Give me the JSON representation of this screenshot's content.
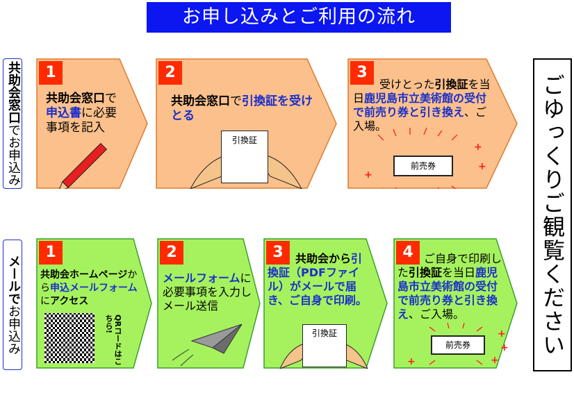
{
  "title": "お申し込みとご利用の流れ",
  "labels": {
    "counter": {
      "bold": "共助会窓口",
      "rest": "でお申込み"
    },
    "mail": {
      "bold": "メールで",
      "rest": "お申込み"
    }
  },
  "closing": "ごゆっくりご観覧ください",
  "counter_steps": [
    {
      "num": "1",
      "parts": [
        [
          "k",
          "共助会窓口"
        ],
        [
          "n",
          "で"
        ],
        [
          "b",
          "申込書"
        ],
        [
          "n",
          "に必要事項を記入"
        ]
      ]
    },
    {
      "num": "2",
      "parts": [
        [
          "k",
          "共助会窓口"
        ],
        [
          "n",
          "で"
        ],
        [
          "b",
          "引換証を受けとる"
        ]
      ],
      "doc": "引換証"
    },
    {
      "num": "3",
      "parts": [
        [
          "n",
          "受けとった"
        ],
        [
          "k",
          "引換証"
        ],
        [
          "n",
          "を当日"
        ],
        [
          "b",
          "鹿児島市立美術館の受付で前売り券と引き換え"
        ],
        [
          "n",
          "、ご入場。"
        ]
      ],
      "ticket": "前売券"
    }
  ],
  "mail_steps": [
    {
      "num": "1",
      "parts": [
        [
          "k",
          "共助会ホームページ"
        ],
        [
          "n",
          "から"
        ],
        [
          "b",
          "申込メールフォーム"
        ],
        [
          "n",
          "に"
        ],
        [
          "k",
          "アクセス"
        ]
      ],
      "qr_note": "QRコードはこちら!"
    },
    {
      "num": "2",
      "parts": [
        [
          "b",
          "メールフォーム"
        ],
        [
          "n",
          "に必要事項を入力しメール送信"
        ]
      ]
    },
    {
      "num": "3",
      "parts": [
        [
          "k",
          "共助会から"
        ],
        [
          "b",
          "引換証（PDFファイル）がメールで届き、ご自身で印刷。"
        ]
      ],
      "doc": "引換証"
    },
    {
      "num": "4",
      "parts": [
        [
          "n",
          "ご自身で印刷した"
        ],
        [
          "k",
          "引換証"
        ],
        [
          "n",
          "を当日"
        ],
        [
          "b",
          "鹿児島市立美術館の受付で前売り券と引き換え"
        ],
        [
          "n",
          "、ご入場。"
        ]
      ],
      "ticket": "前売券"
    }
  ],
  "colors": {
    "title_bg": "#0b16f0",
    "counter_fill": "#fbc08c",
    "mail_fill": "#a6f25e",
    "number_bg": "#ff2a00",
    "accent": "#1b2fc9"
  }
}
